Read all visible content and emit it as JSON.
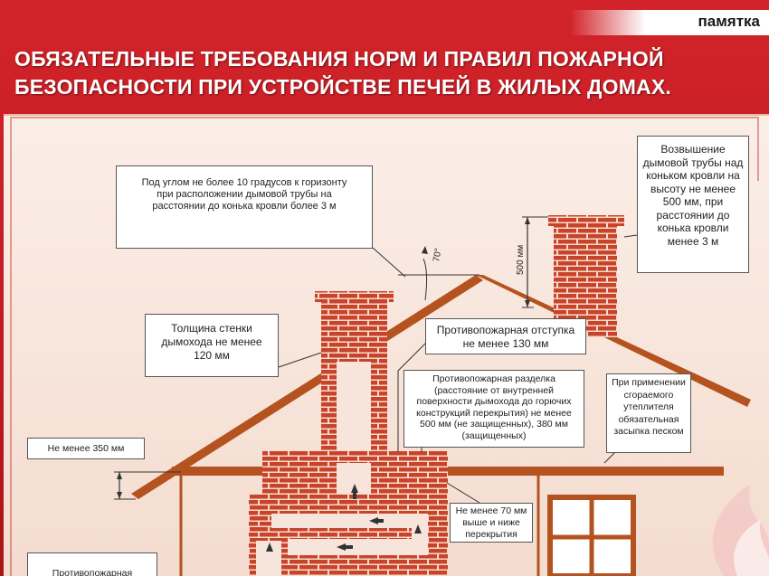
{
  "badge": "памятка",
  "title": {
    "line1": "ОБЯЗАТЕЛЬНЫЕ ТРЕБОВАНИЯ НОРМ И ПРАВИЛ ПОЖАРНОЙ",
    "line2": "БЕЗОПАСНОСТИ ПРИ УСТРОЙСТВЕ ПЕЧЕЙ В ЖИЛЫХ ДОМАХ."
  },
  "callouts": {
    "roof_angle": "Под углом не более 10 градусов к горизонту при расположении дымовой трубы на расстоянии до конька кровли более 3 м",
    "chimney_height": "Возвышение дымовой трубы над коньком кровли на высоту не менее 500 мм, при расстоянии до конька кровли менее 3 м",
    "wall_thickness": "Толщина стенки дымохода не менее 120 мм",
    "fire_offset": "Противопожарная отступка не менее 130 мм",
    "fire_cutting": "Противопожарная разделка (расстояние от внутренней поверхности дымохода до горючих конструкций перекрытия) не менее 500 мм (не защищенных), 380 мм (защищенных)",
    "insulation": "При применении сгораемого утеплителя обязательная засыпка песком",
    "min_350": "Не менее 350 мм",
    "min_70": "Не менее 70 мм выше и ниже перекрытия",
    "bottom_partial": "Противопожарная"
  },
  "dimensions": {
    "angle": "70°",
    "height_500": "500 мм"
  },
  "colors": {
    "poster_red": "#c8202a",
    "brick": "#c8432a",
    "mortar": "#f6dbcd",
    "roof": "#b4531f",
    "panel_bg": "#f9e8df"
  }
}
